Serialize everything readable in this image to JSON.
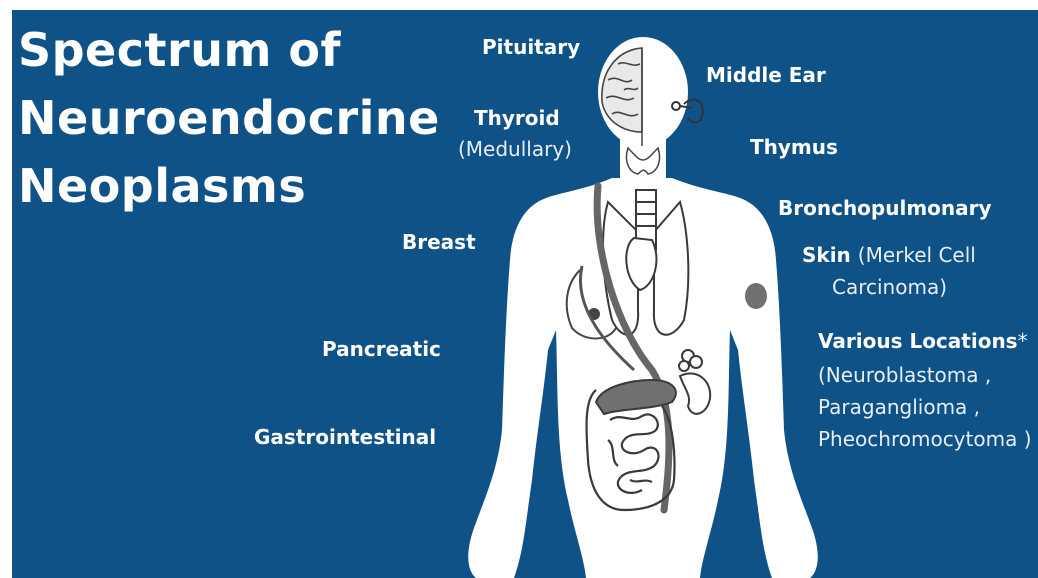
{
  "title": {
    "line1": "Spectrum of",
    "line2": "Neuroendocrine",
    "line3": "Neoplasms"
  },
  "labels": {
    "pituitary": "Pituitary",
    "middle_ear": "Middle Ear",
    "thyroid": "Thyroid",
    "thyroid_sub": "(Medullary)",
    "thymus": "Thymus",
    "bronchopulmonary": "Bronchopulmonary",
    "breast": "Breast",
    "skin": "Skin",
    "skin_sub1": "(Merkel Cell",
    "skin_sub2": "Carcinoma)",
    "pancreatic": "Pancreatic",
    "various": "Various Locations",
    "various_mark": "*",
    "various_sub1": "(Neuroblastoma ,",
    "various_sub2": "Paraganglioma ,",
    "various_sub3": "Pheochromocytoma )",
    "gastrointestinal": "Gastrointestinal"
  },
  "colors": {
    "background": "#0f5288",
    "silhouette": "#ffffff",
    "organ_fill": "#707070",
    "organ_line": "#3a3a3a"
  }
}
